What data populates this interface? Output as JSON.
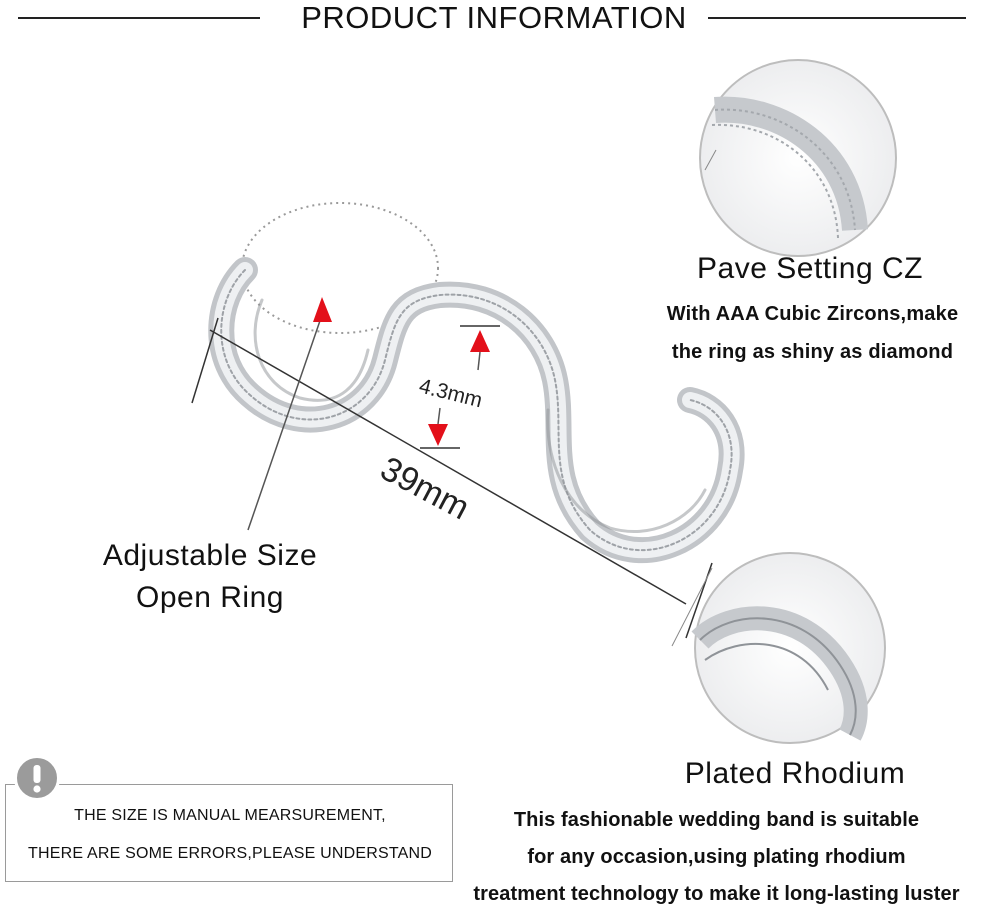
{
  "header": {
    "title": "PRODUCT INFORMATION"
  },
  "dimensions": {
    "width_label": "39mm",
    "height_label": "4.3mm"
  },
  "features": {
    "adjustable": {
      "line1": "Adjustable Size",
      "line2": "Open Ring"
    },
    "pave": {
      "title": "Pave Setting CZ",
      "desc_line1": "With AAA Cubic Zircons,make",
      "desc_line2": "the ring as shiny as diamond"
    },
    "plated": {
      "title": "Plated Rhodium",
      "desc_line1": "This fashionable wedding band is suitable",
      "desc_line2": "for any occasion,using plating rhodium",
      "desc_line3": "treatment technology to make it long-lasting luster"
    }
  },
  "notice": {
    "icon": "exclamation-icon",
    "line1": "THE SIZE IS MANUAL MEARSUREMENT,",
    "line2": "THERE ARE SOME ERRORS,PLEASE UNDERSTAND"
  },
  "colors": {
    "arrow": "#e3101a",
    "text": "#111111",
    "silver": "#c9ccd0",
    "notice_icon": "#9b9b9b"
  }
}
